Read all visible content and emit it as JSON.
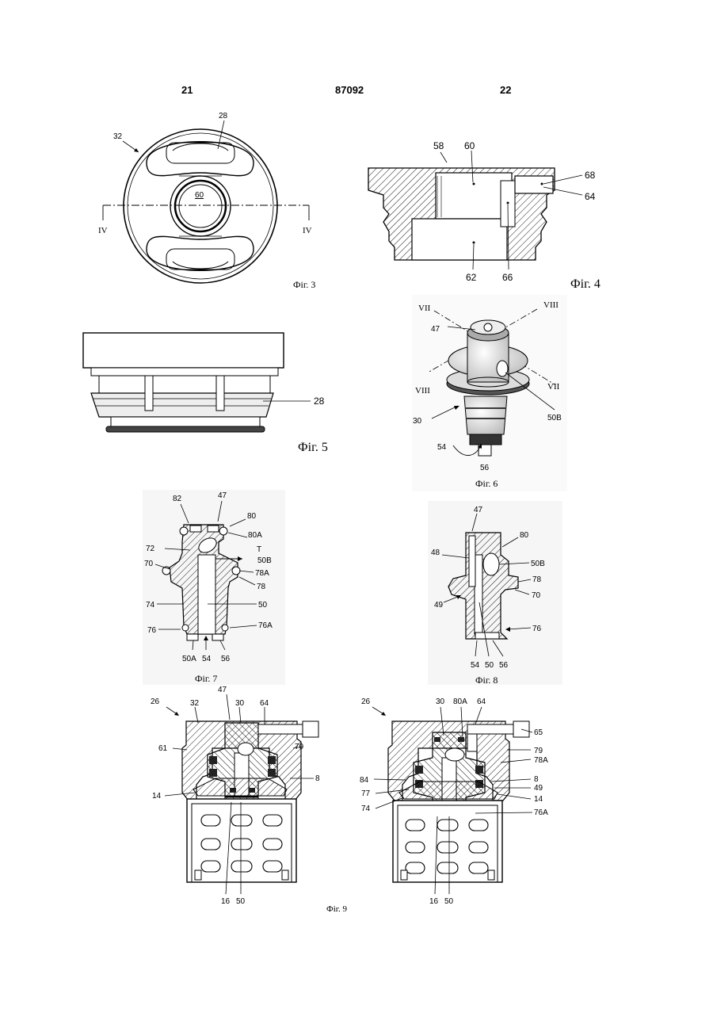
{
  "header": {
    "left_page": "21",
    "patent_number": "87092",
    "right_page": "22"
  },
  "fig3": {
    "caption": "Фіг. 3",
    "labels": [
      "28",
      "32",
      "60",
      "IV",
      "IV"
    ]
  },
  "fig4": {
    "caption": "Фіг. 4",
    "labels": [
      "58",
      "60",
      "68",
      "64",
      "62",
      "66"
    ]
  },
  "fig5": {
    "caption": "Фіг. 5",
    "labels": [
      "28"
    ]
  },
  "fig6": {
    "caption": "Фіг. 6",
    "labels": [
      "VII",
      "VIII",
      "47",
      "VIII",
      "VII",
      "30",
      "50B",
      "54",
      "56"
    ]
  },
  "fig7": {
    "caption": "Фіг. 7",
    "labels": [
      "82",
      "47",
      "80",
      "80A",
      "72",
      "T",
      "50B",
      "70",
      "78A",
      "78",
      "74",
      "50",
      "76",
      "76A",
      "50A",
      "54",
      "56"
    ]
  },
  "fig8": {
    "caption": "Фіг. 8",
    "labels": [
      "47",
      "80",
      "48",
      "50B",
      "78",
      "70",
      "49",
      "76",
      "54",
      "50",
      "56"
    ]
  },
  "fig9": {
    "caption": "Фіг. 9",
    "left_labels": [
      "26",
      "47",
      "32",
      "30",
      "64",
      "61",
      "70",
      "8",
      "14",
      "16",
      "50"
    ],
    "right_labels": [
      "26",
      "30",
      "80A",
      "64",
      "65",
      "79",
      "78A",
      "84",
      "8",
      "49",
      "77",
      "14",
      "74",
      "76A",
      "16",
      "50"
    ]
  }
}
